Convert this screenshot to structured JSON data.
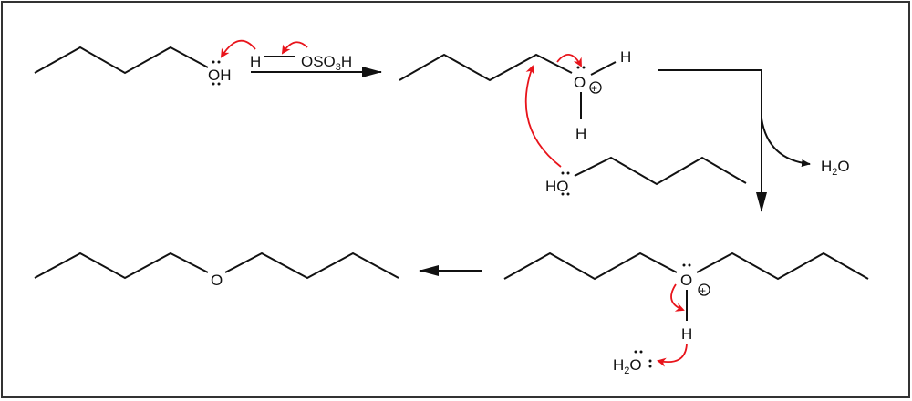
{
  "title": "Acid-catalyzed dehydration of butanol to dibutyl ether (mechanism)",
  "colors": {
    "bonds": "#111111",
    "electron_arrows": "#e8141b",
    "border": "#333333"
  },
  "step1": {
    "alcohol_label": "OH",
    "acid_h": "H",
    "acid_rest": "OSO",
    "acid_sub": "3",
    "acid_tail": "H"
  },
  "step2": {
    "oxygen": "O",
    "h_top": "H",
    "h_bottom": "H",
    "charge": "+",
    "nucleophile_label": "HO",
    "leaving_group": "H",
    "leaving_group_sub": "2",
    "leaving_group_tail": "O"
  },
  "step3": {
    "oxygen": "O",
    "charge": "+",
    "h": "H",
    "water": "H",
    "water_sub": "2",
    "water_tail": "O"
  },
  "product": {
    "oxygen": "O"
  }
}
